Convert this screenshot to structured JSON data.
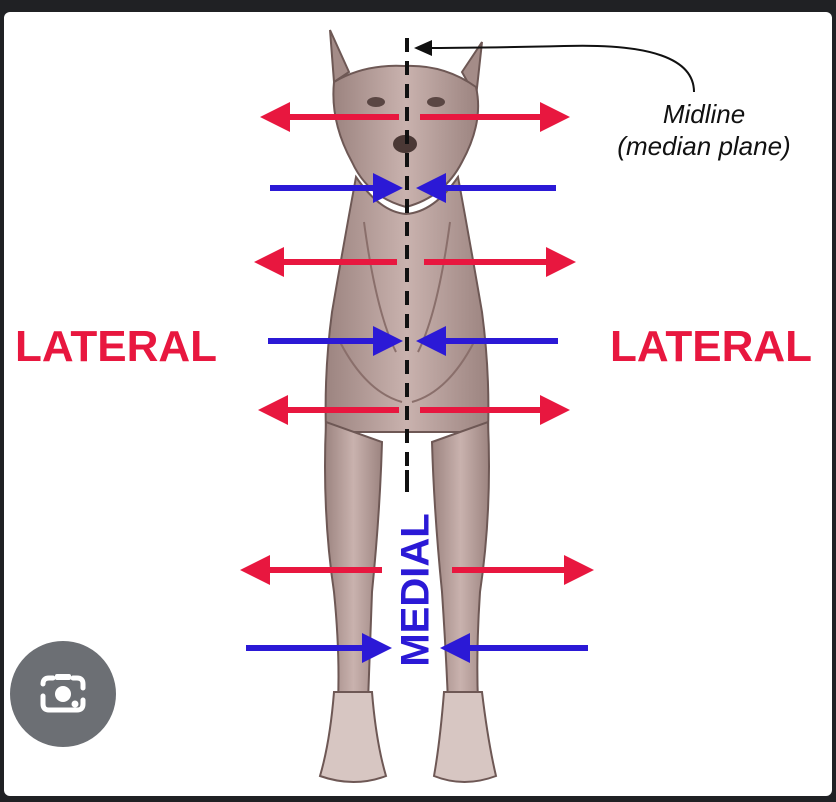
{
  "diagram": {
    "lateral_left": "LATERAL",
    "lateral_right": "LATERAL",
    "medial": "MEDIAL",
    "midline_line1": "Midline",
    "midline_line2": "(median plane)"
  },
  "colors": {
    "lateral_arrow": "#e8173f",
    "medial_arrow": "#2b19d6",
    "dog_body": "#b59c98",
    "dog_shadow": "#8a6f6b",
    "midline": "#111111"
  },
  "icons": {
    "lens_button": "google-lens-camera-icon"
  }
}
